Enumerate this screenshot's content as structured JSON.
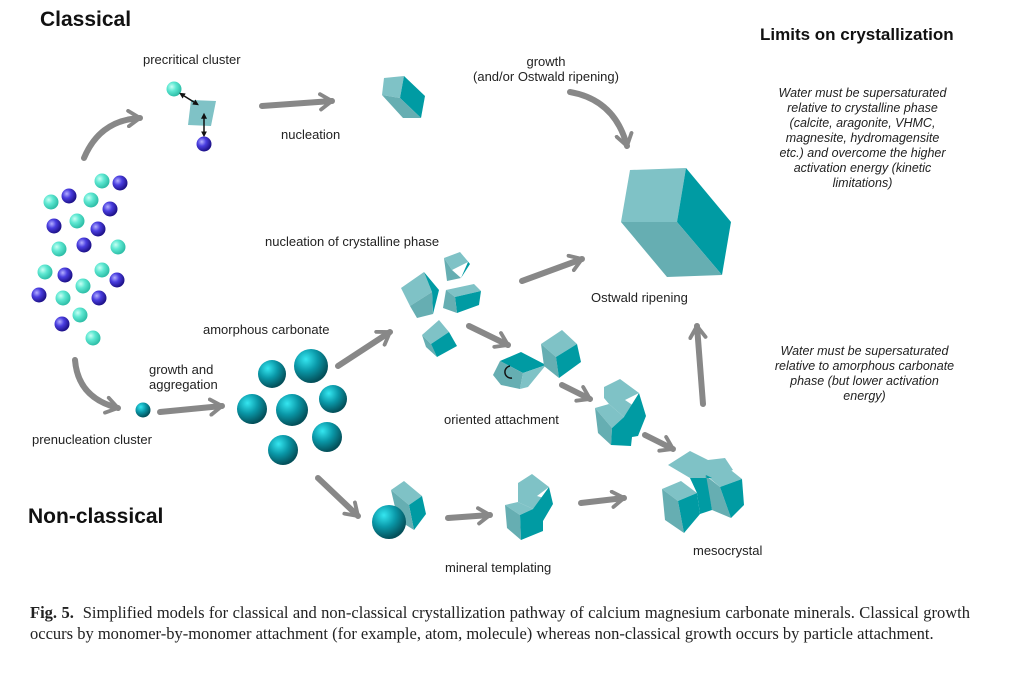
{
  "headings": {
    "classical": "Classical",
    "non_classical": "Non-classical",
    "limits": "Limits on crystallization"
  },
  "labels": {
    "precritical_cluster": "precritical cluster",
    "nucleation": "nucleation",
    "growth_line1": "growth",
    "growth_line2": "(and/or Ostwald ripening)",
    "nucleation_crystalline": "nucleation of crystalline phase",
    "ostwald_ripening": "Ostwald ripening",
    "amorphous_carbonate": "amorphous carbonate",
    "growth_aggregation_line1": "growth and",
    "growth_aggregation_line2": "aggregation",
    "prenucleation_cluster": "prenucleation cluster",
    "oriented_attachment": "oriented attachment",
    "mineral_templating": "mineral templating",
    "mesocrystal": "mesocrystal"
  },
  "notes": {
    "crystalline": [
      "Water must be supersaturated",
      "relative to crystalline phase",
      "(calcite, aragonite, VHMC,",
      "magnesite, hydromagensite",
      "etc.) and overcome the higher",
      "activation energy (kinetic",
      "limitations)"
    ],
    "amorphous": [
      "Water must be supersaturated",
      "relative to amorphous carbonate",
      "phase (but lower activation",
      "energy)"
    ]
  },
  "caption": {
    "label": "Fig. 5.",
    "text": "Simplified models for classical and non-classical crystallization pathway of calcium magnesium carbonate minerals. Classical growth occurs by monomer-by-monomer attachment (for example, atom, molecule) whereas non-classical growth occurs by particle attachment."
  },
  "colors": {
    "ion_cyan": "#5ee8d2",
    "ion_blue": "#3a2ed8",
    "particle": "#0a98a8",
    "crystal_light": "#7fc2c6",
    "crystal_mid": "#66aeb2",
    "crystal_dark": "#009ba3",
    "arrow": "#888888"
  }
}
